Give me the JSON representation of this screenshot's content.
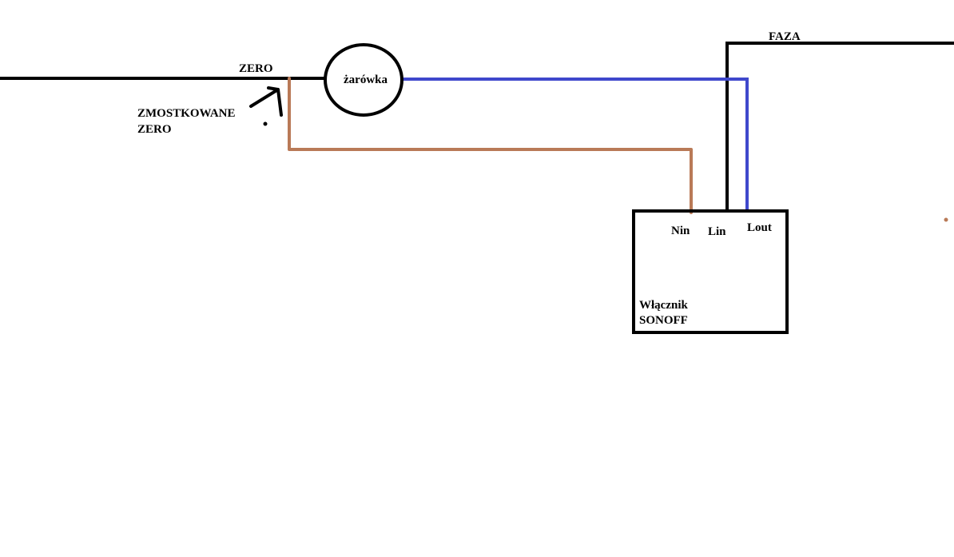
{
  "diagram": {
    "labels": {
      "zero": "ZERO",
      "bridged_zero_line1": "ZMOSTKOWANE",
      "bridged_zero_line2": "ZERO",
      "bulb": "żarówka",
      "phase": "FAZA",
      "nin": "Nin",
      "lin": "Lin",
      "lout": "Lout",
      "switch_line1": "Włącznik",
      "switch_line2": "SONOFF"
    },
    "colors": {
      "neutral_wire": "#000000",
      "phase_wire": "#000000",
      "bridge_wire": "#b97a57",
      "output_wire": "#3f48cc",
      "switch_box": "#000000",
      "bulb_outline": "#000000",
      "arrow": "#000000"
    }
  }
}
